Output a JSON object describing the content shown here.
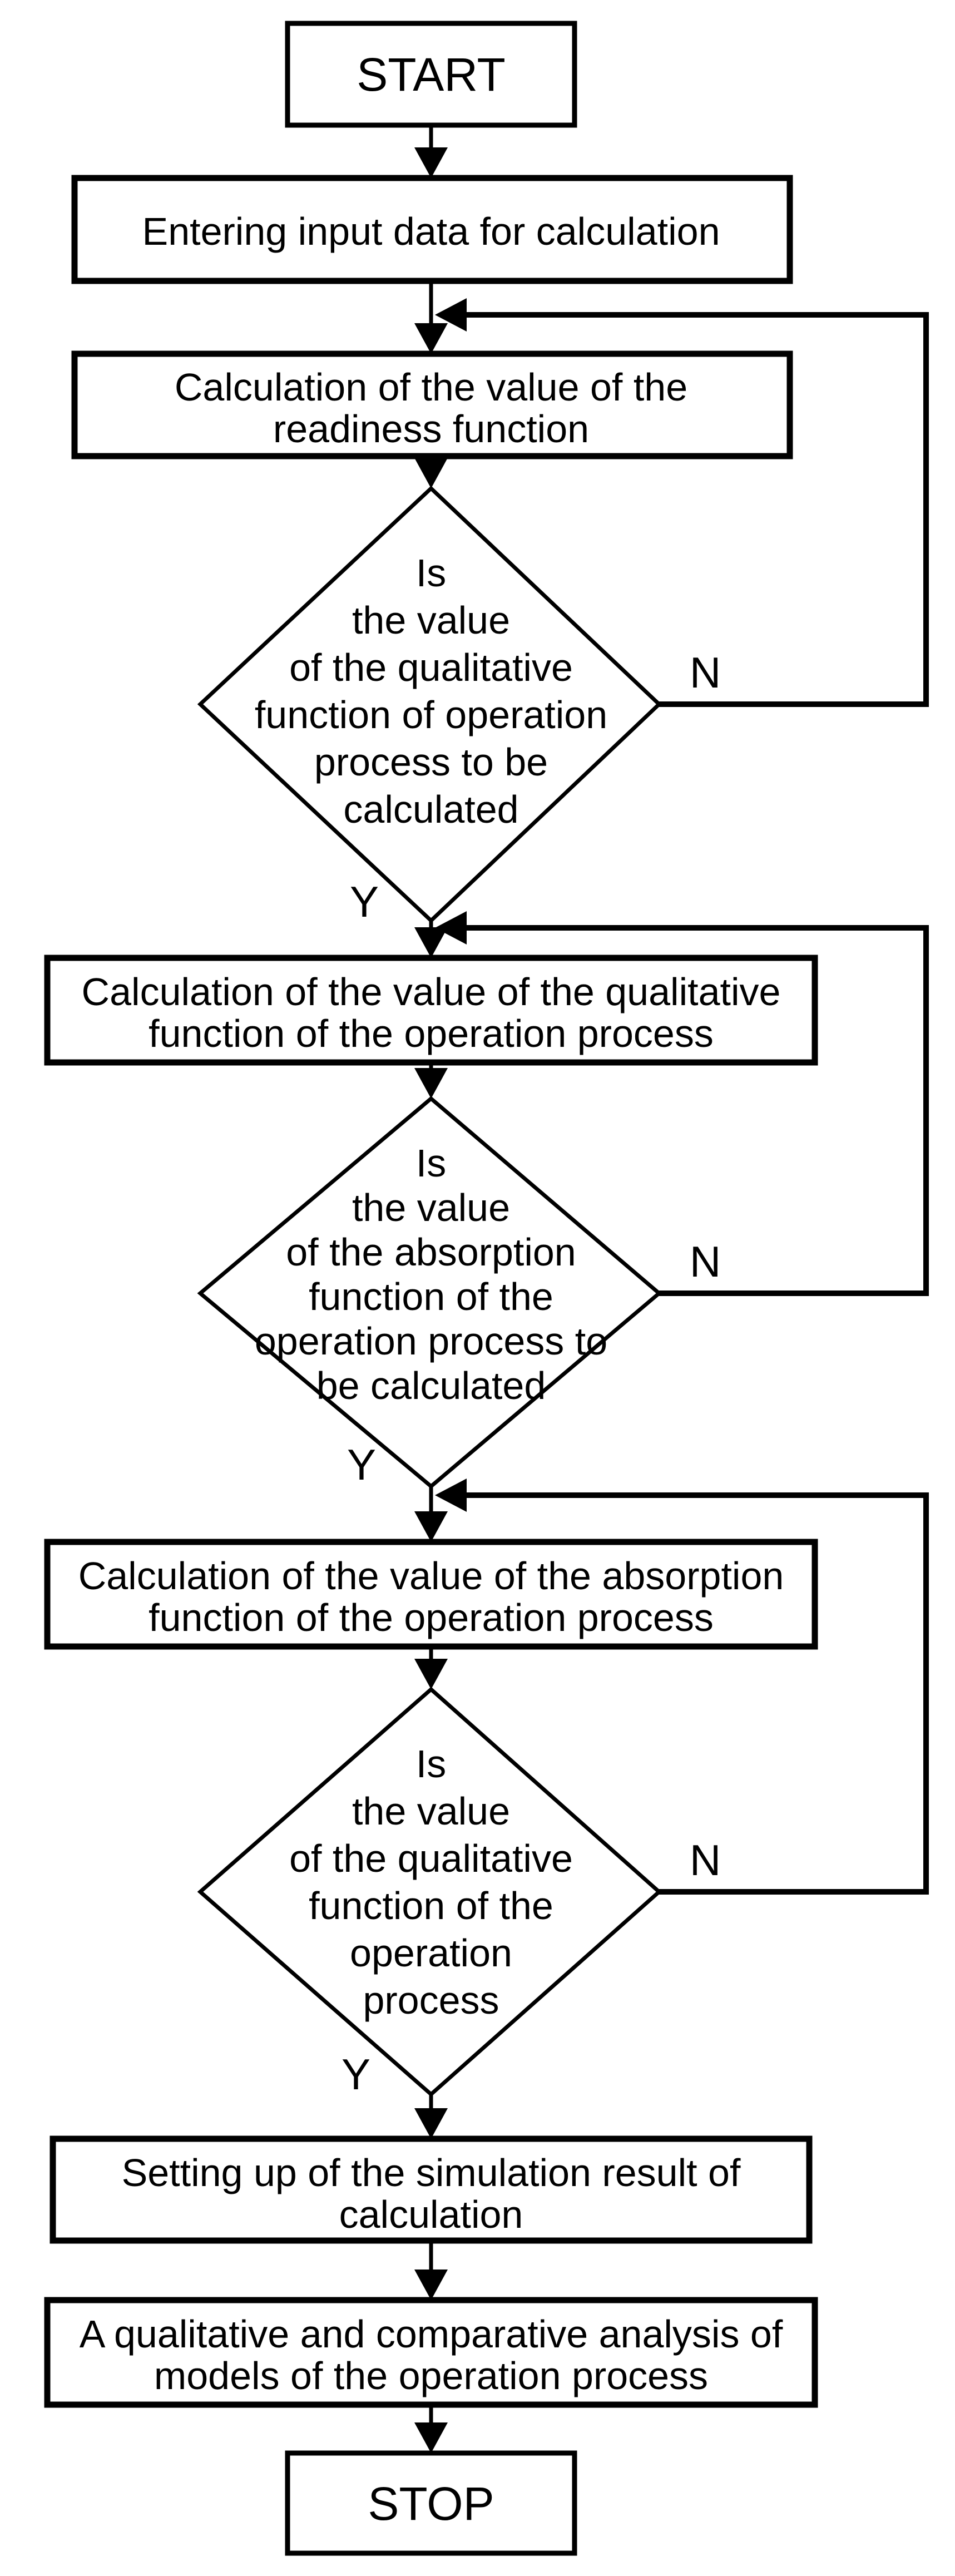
{
  "flowchart": {
    "colors": {
      "background": "#ffffff",
      "line": "#000000",
      "text": "#000000"
    },
    "nodes": {
      "start": {
        "label": "START"
      },
      "input": {
        "lines": [
          "Entering input data for calculation"
        ]
      },
      "readiness": {
        "lines": [
          "Calculation of the value of the",
          "readiness function"
        ]
      },
      "decision_qualitative_calc": {
        "lines": [
          "Is",
          "the value",
          "of the qualitative",
          "function of operation",
          "process to be",
          "calculated"
        ],
        "no_label": "N",
        "yes_label": "Y"
      },
      "qualitative": {
        "lines": [
          "Calculation of the value of the qualitative",
          "function of the operation process"
        ]
      },
      "decision_absorption_calc": {
        "lines": [
          "Is",
          "the value",
          "of the absorption",
          "function of the",
          "operation process to",
          "be calculated"
        ],
        "no_label": "N",
        "yes_label": "Y"
      },
      "absorption": {
        "lines": [
          "Calculation of the value of the absorption",
          "function of the operation process"
        ]
      },
      "decision_qualitative_check": {
        "lines": [
          "Is",
          "the value",
          "of the qualitative",
          "function of the",
          "operation",
          "process"
        ],
        "no_label": "N",
        "yes_label": "Y"
      },
      "result": {
        "lines": [
          "Setting up of the simulation result of",
          "calculation"
        ]
      },
      "analysis": {
        "lines": [
          "A qualitative and comparative analysis of",
          "models of the operation process"
        ]
      },
      "stop": {
        "label": "STOP"
      }
    }
  }
}
